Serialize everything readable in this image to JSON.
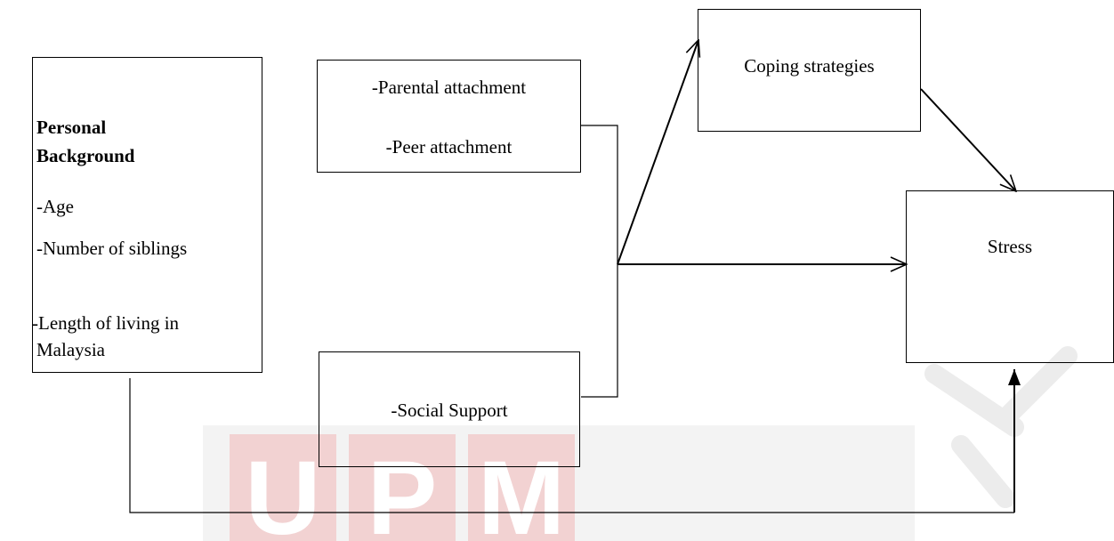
{
  "personal_background": {
    "title_line1": "Personal",
    "title_line2": "Background",
    "item_age": "-Age",
    "item_siblings": "-Number of siblings",
    "item_length_line1": "-Length of living in",
    "item_length_line2": "Malaysia"
  },
  "attachment": {
    "parental": "-Parental attachment",
    "peer": "-Peer attachment"
  },
  "social_support": "-Social Support",
  "coping": "Coping strategies",
  "stress": "Stress",
  "watermark": {
    "letters": [
      "U",
      "P",
      "M"
    ],
    "color_red": "#e8b4b4",
    "color_gray": "#d9d9d9"
  }
}
